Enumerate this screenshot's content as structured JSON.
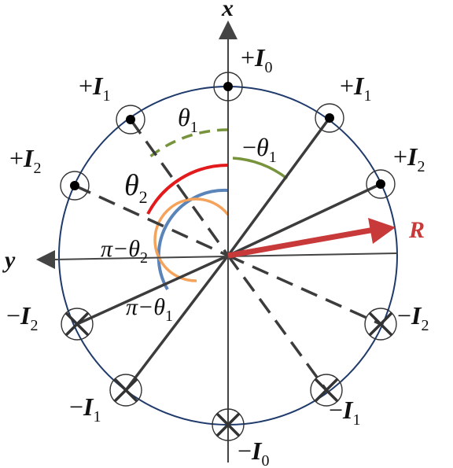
{
  "axes": {
    "x_label": "x",
    "y_label": "y"
  },
  "vector": {
    "label": "R",
    "color": "#c8393a"
  },
  "angles": {
    "theta1": {
      "sym": "θ",
      "sub": "1"
    },
    "neg_theta1": {
      "sign": "−",
      "sym": "θ",
      "sub": "1"
    },
    "theta2": {
      "sym": "θ",
      "sub": "2"
    },
    "pi_minus_theta2": {
      "pre": "π−",
      "sym": "θ",
      "sub": "2"
    },
    "pi_minus_theta1": {
      "pre": "π−",
      "sym": "θ",
      "sub": "1"
    }
  },
  "currents": {
    "pos_I0": {
      "sign": "+",
      "sym": "I",
      "sub": "0"
    },
    "pos_I1_left": {
      "sign": "+",
      "sym": "I",
      "sub": "1"
    },
    "pos_I1_right": {
      "sign": "+",
      "sym": "I",
      "sub": "1"
    },
    "pos_I2_left": {
      "sign": "+",
      "sym": "I",
      "sub": "2"
    },
    "pos_I2_right": {
      "sign": "+",
      "sym": "I",
      "sub": "2"
    },
    "neg_I2_left": {
      "sign": "−",
      "sym": "I",
      "sub": "2"
    },
    "neg_I2_right": {
      "sign": "−",
      "sym": "I",
      "sub": "2"
    },
    "neg_I1_left": {
      "sign": "−",
      "sym": "I",
      "sub": "1"
    },
    "neg_I1_right": {
      "sign": "−",
      "sym": "I",
      "sub": "1"
    },
    "neg_I0": {
      "sign": "−",
      "sym": "I",
      "sub": "0"
    }
  },
  "colors": {
    "circle": "#1f3a6b",
    "arc_theta1": "#77933c",
    "arc_theta2": "#e31a1c",
    "arc_pi_minus_theta2": "#5b84b8",
    "arc_pi_minus_theta1": "#f5a35a",
    "conductor_lines": "#333333"
  }
}
